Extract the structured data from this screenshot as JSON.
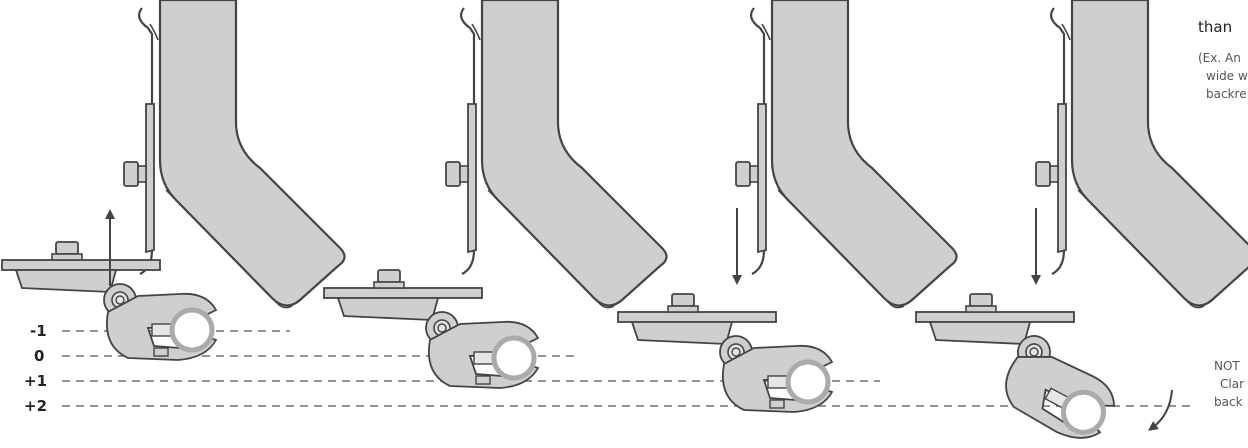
{
  "levels": [
    "-1",
    "0",
    "+1",
    "+2"
  ],
  "top_note": {
    "heading": "than",
    "lines": [
      "(Ex. An",
      "wide w",
      "backre"
    ]
  },
  "bottom_note": {
    "lines": [
      "NOT",
      "Clar",
      "back"
    ]
  },
  "colors": {
    "metal_fill": "#cfcfcf",
    "metal_stroke": "#444444",
    "dash": "#555555",
    "arrow": "#444444"
  }
}
